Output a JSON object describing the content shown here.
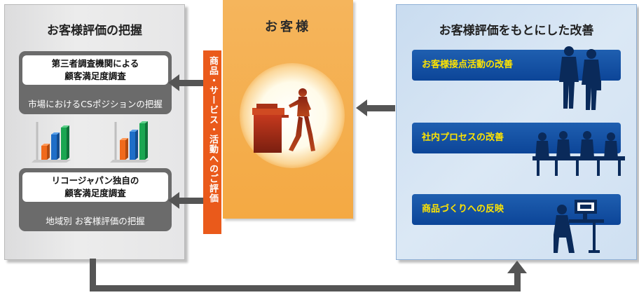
{
  "left": {
    "title": "お客様評価の把握",
    "survey1": {
      "line1": "第三者調査機関による",
      "line2": "顧客満足度調査",
      "sub": "市場におけるCSポジションの把握"
    },
    "survey2": {
      "line1": "リコージャパン独自の",
      "line2": "顧客満足度調査",
      "sub": "地域別 お客様評価の把握"
    }
  },
  "center": {
    "title": "お客様",
    "banner": "商品・サービス・活動へのご評価"
  },
  "right": {
    "title": "お客様評価をもとにした改善",
    "actions": [
      {
        "label": "お客様接点活動の改善"
      },
      {
        "label": "社内プロセスの改善"
      },
      {
        "label": "商品づくりへの反映"
      }
    ]
  },
  "colors": {
    "orange_panel": "#f4a943",
    "banner": "#ea5a1b",
    "blue_bar": "#0c4598",
    "yellow_text": "#ffe400",
    "arrow": "#555555"
  }
}
